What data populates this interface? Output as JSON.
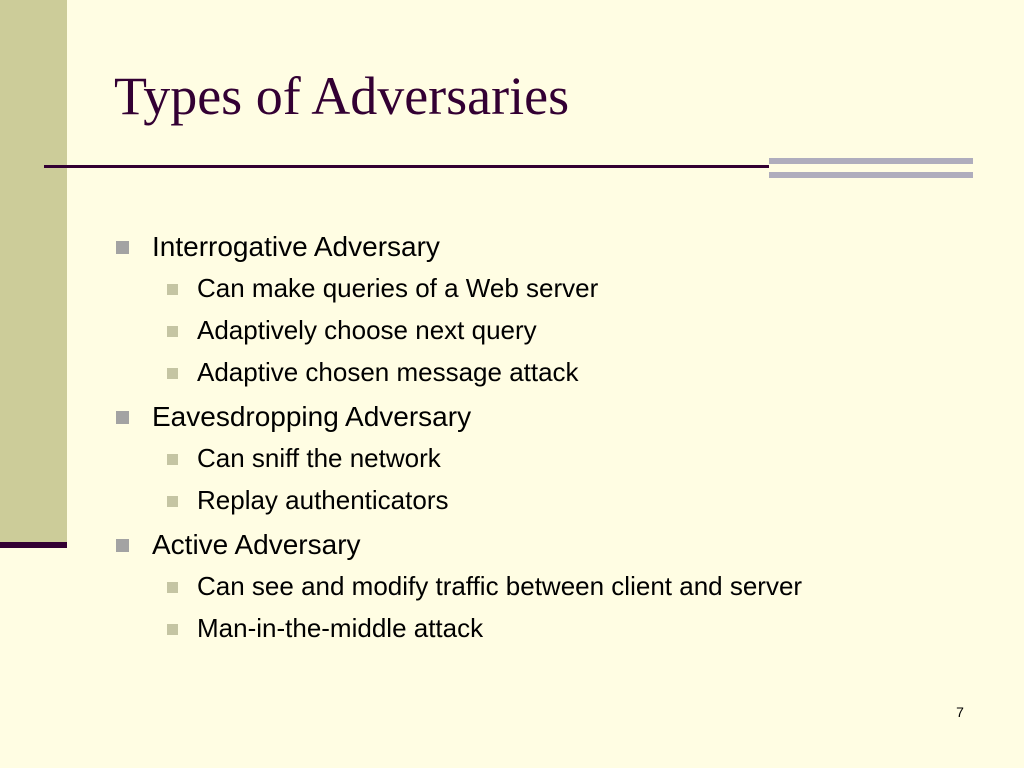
{
  "slide": {
    "title": "Types of Adversaries",
    "page_number": "7",
    "colors": {
      "background": "#FFFDE3",
      "left_band": "#CCCC99",
      "accent": "#330033",
      "gray_bar": "#AFADBD",
      "bullet_level1": "#A3A3A3",
      "bullet_level2": "#C5C5A3"
    },
    "bullets": [
      {
        "text": "Interrogative Adversary",
        "sub": [
          "Can make queries of a Web server",
          "Adaptively choose next query",
          "Adaptive chosen message attack"
        ]
      },
      {
        "text": "Eavesdropping Adversary",
        "sub": [
          "Can sniff the network",
          "Replay authenticators"
        ]
      },
      {
        "text": "Active Adversary",
        "sub": [
          "Can see and modify traffic between client and server",
          "Man-in-the-middle attack"
        ]
      }
    ]
  }
}
